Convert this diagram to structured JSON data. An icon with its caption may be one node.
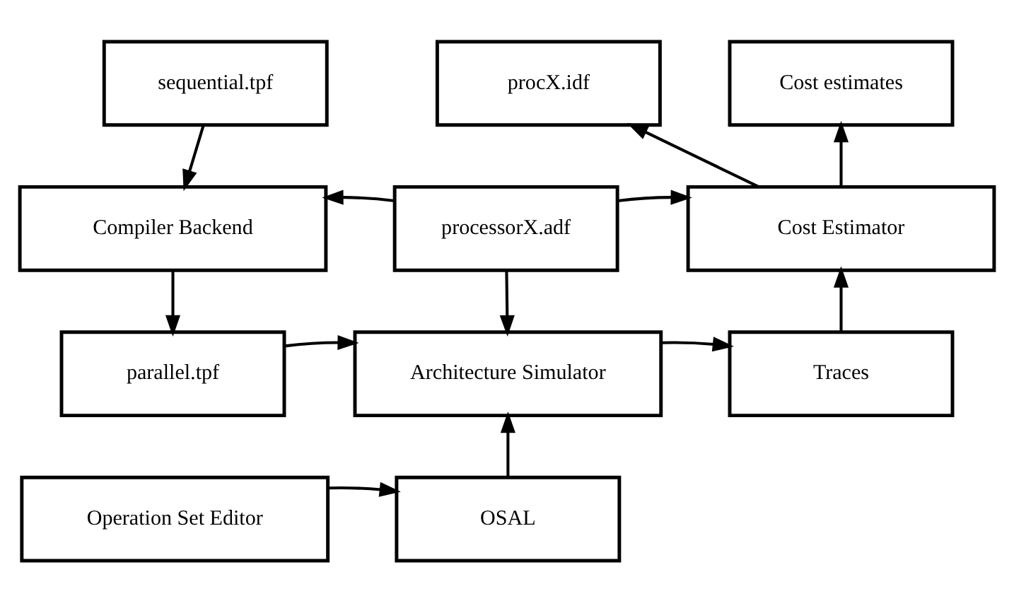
{
  "diagram": {
    "nodes": [
      {
        "text": [
          "sequential.tpf"
        ]
      },
      {
        "text": [
          "procX.idf"
        ]
      },
      {
        "text": [
          "Cost estimates"
        ]
      },
      {
        "text": [
          "Compiler Backend"
        ]
      },
      {
        "text": [
          "processorX.adf"
        ]
      },
      {
        "text": [
          "Cost Estimator"
        ]
      },
      {
        "text": [
          "parallel.tpf"
        ]
      },
      {
        "text": [
          "Architecture Simulator"
        ]
      },
      {
        "text": [
          "Traces"
        ]
      },
      {
        "text": [
          "Operation Set Editor"
        ]
      },
      {
        "text": [
          "OSAL"
        ]
      }
    ],
    "edges": [
      {
        "from": 0,
        "to": 3,
        "arrow": "to"
      },
      {
        "from": 4,
        "to": 3,
        "arrow": "to"
      },
      {
        "from": 4,
        "to": 5,
        "arrow": "to"
      },
      {
        "from": 4,
        "to": 7,
        "arrow": "to"
      },
      {
        "from": 5,
        "to": 1,
        "arrow": "to"
      },
      {
        "from": 5,
        "to": 2,
        "arrow": "to"
      },
      {
        "from": 3,
        "to": 6,
        "arrow": "to"
      },
      {
        "from": 6,
        "to": 7,
        "arrow": "to"
      },
      {
        "from": 7,
        "to": 8,
        "arrow": "to"
      },
      {
        "from": 8,
        "to": 5,
        "arrow": "to"
      },
      {
        "from": 9,
        "to": 10,
        "arrow": "to"
      },
      {
        "from": 10,
        "to": 7,
        "arrow": "to"
      }
    ]
  }
}
